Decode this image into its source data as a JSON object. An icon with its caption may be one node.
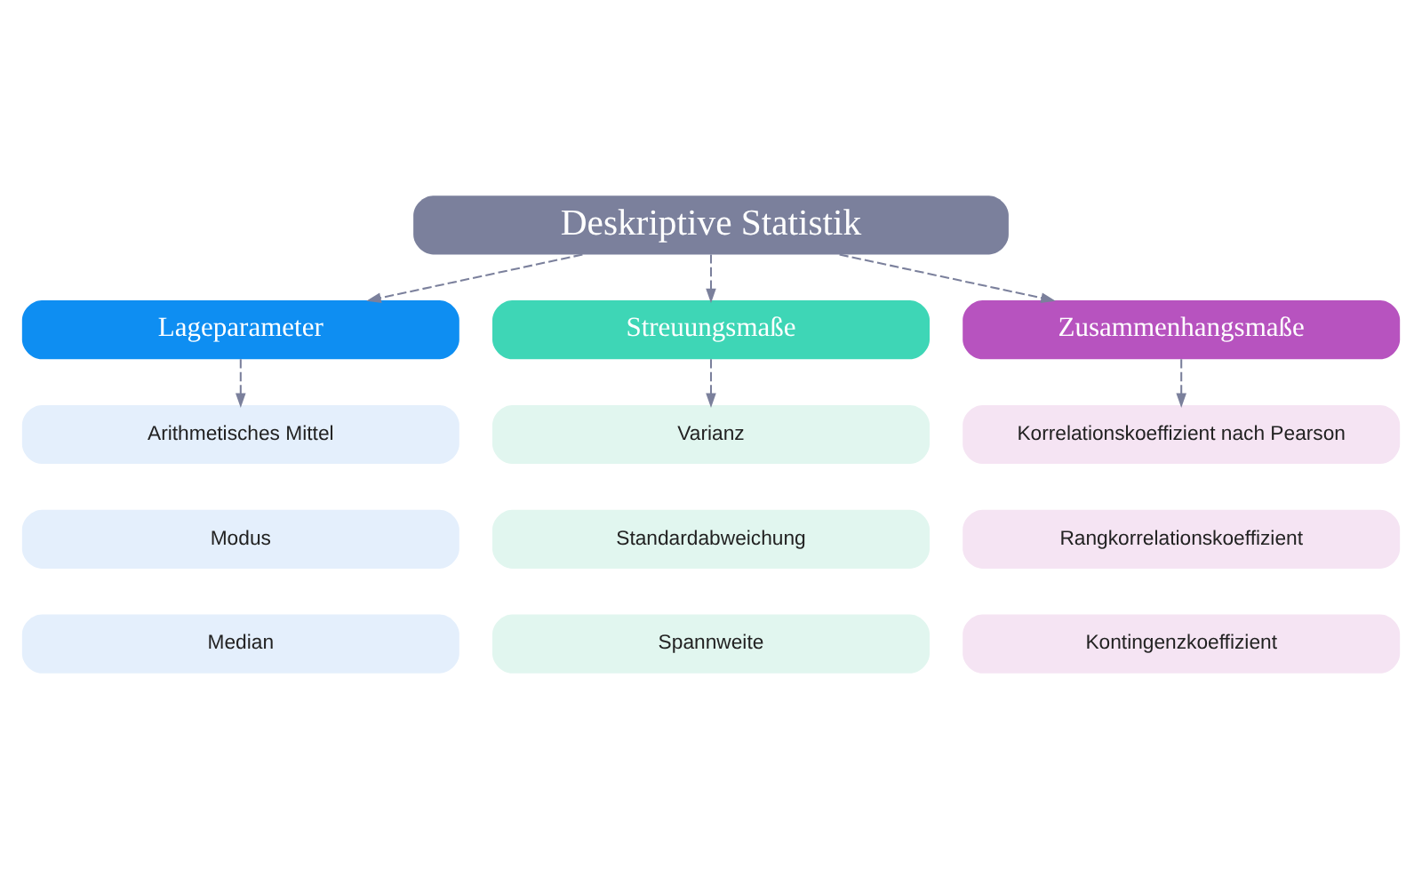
{
  "diagram": {
    "nodes": [
      {
        "text": [
          "Deskriptive Statistik"
        ]
      },
      {
        "text": [
          "Lageparameter"
        ]
      },
      {
        "text": [
          "Streuungsmaße"
        ]
      },
      {
        "text": [
          "Zusammenhangsmaße"
        ]
      },
      {
        "text": [
          "Arithmetisches Mittel"
        ]
      },
      {
        "text": [
          "Modus"
        ]
      },
      {
        "text": [
          "Median"
        ]
      },
      {
        "text": [
          "Varianz"
        ]
      },
      {
        "text": [
          "Standardabweichung"
        ]
      },
      {
        "text": [
          "Spannweite"
        ]
      },
      {
        "text": [
          "Korrelationskoeffizient nach Pearson"
        ]
      },
      {
        "text": [
          "Rangkorrelationskoeffizient"
        ]
      },
      {
        "text": [
          "Kontingenzkoeffizient"
        ]
      }
    ],
    "edges": [
      {
        "from": 0,
        "to": 1,
        "arrow": "to",
        "style": "dashed"
      },
      {
        "from": 0,
        "to": 2,
        "arrow": "to",
        "style": "dashed"
      },
      {
        "from": 0,
        "to": 3,
        "arrow": "to",
        "style": "dashed"
      },
      {
        "from": 1,
        "to": 4,
        "arrow": "to",
        "style": "dashed"
      },
      {
        "from": 2,
        "to": 7,
        "arrow": "to",
        "style": "dashed"
      },
      {
        "from": 3,
        "to": 10,
        "arrow": "to",
        "style": "dashed"
      }
    ]
  }
}
